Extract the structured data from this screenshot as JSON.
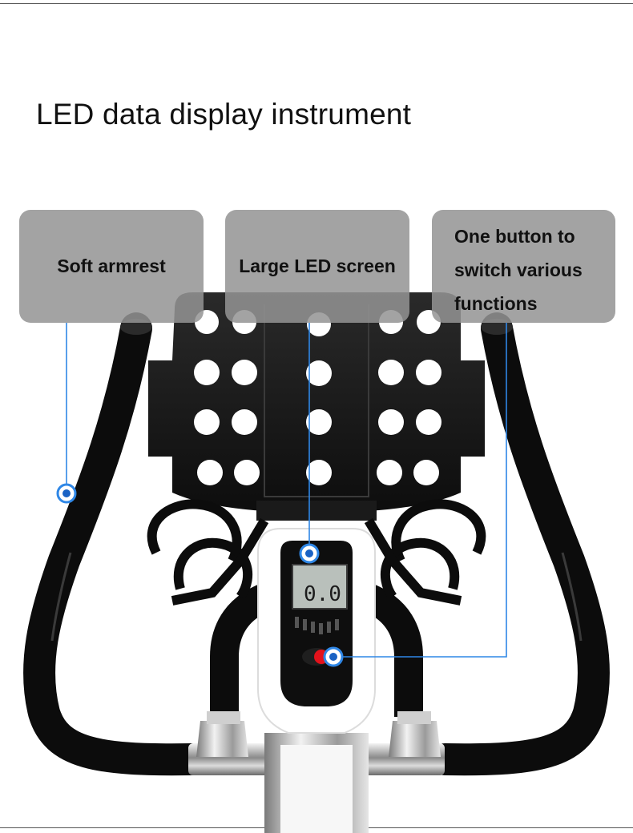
{
  "title": "LED data display instrument",
  "callouts": {
    "armrest": "Soft armrest",
    "screen": "Large LED screen",
    "button": "One button to\nswitch various\nfunctions"
  },
  "lcd_reading": "0.0",
  "colors": {
    "handlebar": "#0c0c0c",
    "callout_bg": "#949494",
    "pointer_blue": "#2f87e6",
    "button_red": "#e3121b"
  }
}
